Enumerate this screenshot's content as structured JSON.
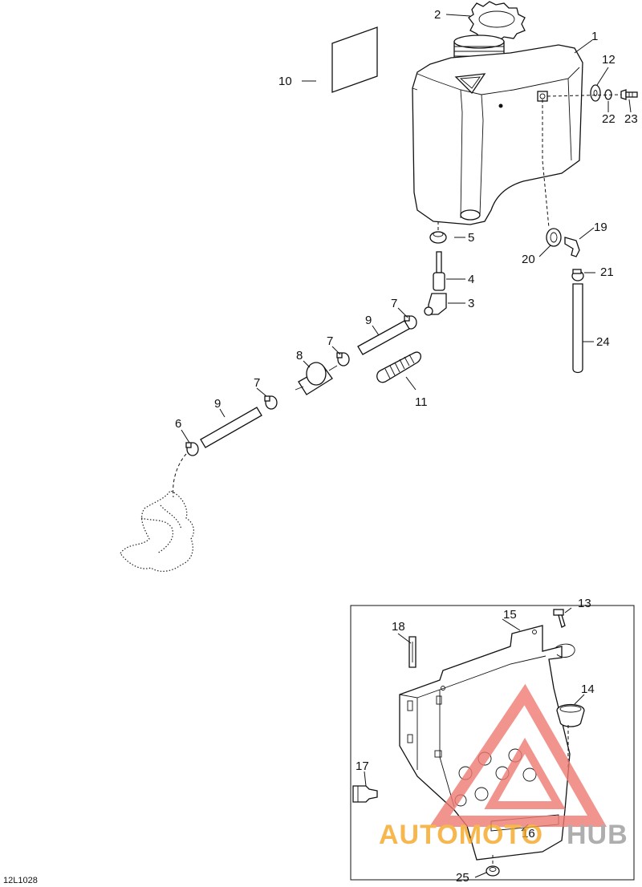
{
  "diagram_code": "12L1028",
  "callouts": {
    "c1": "1",
    "c2": "2",
    "c3": "3",
    "c4": "4",
    "c5": "5",
    "c6": "6",
    "c7a": "7",
    "c7b": "7",
    "c7c": "7",
    "c8": "8",
    "c9a": "9",
    "c9b": "9",
    "c10": "10",
    "c11": "11",
    "c12": "12",
    "c13": "13",
    "c14": "14",
    "c15": "15",
    "c16": "16",
    "c17": "17",
    "c18": "18",
    "c19": "19",
    "c20": "20",
    "c21": "21",
    "c22": "22",
    "c23": "23",
    "c24": "24",
    "c25": "25"
  },
  "watermark": {
    "text_a": "AUTOMOTO",
    "text_b": "HUB",
    "color_a": "#f5a623",
    "color_b": "#9b9b9b",
    "triangle_color": "#f07a72"
  }
}
